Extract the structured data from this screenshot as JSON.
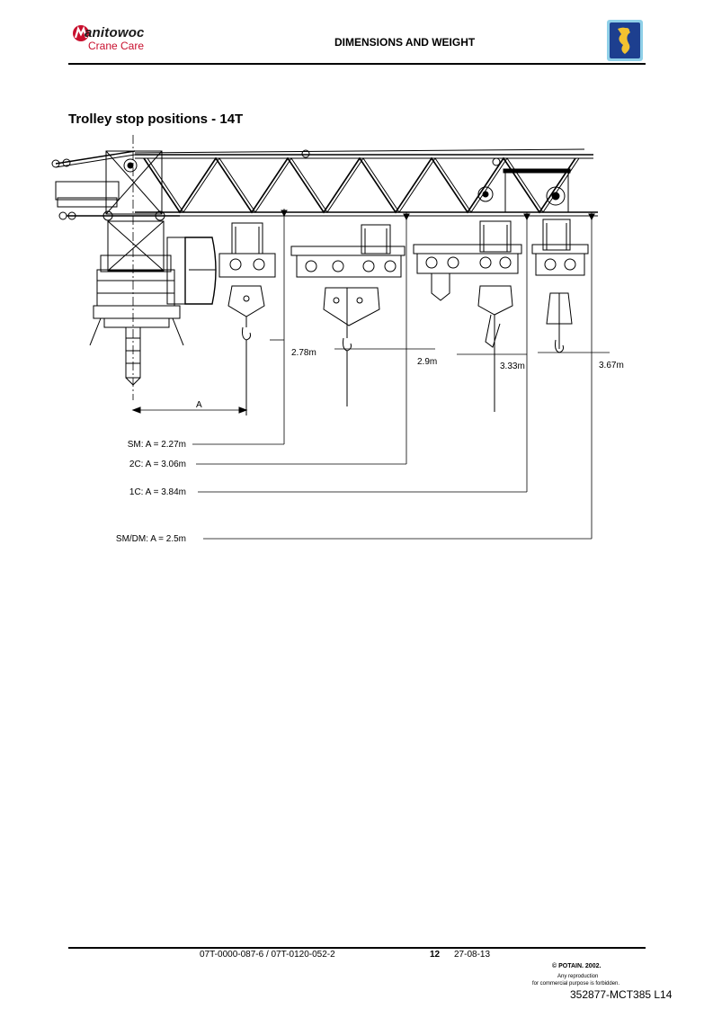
{
  "header": {
    "brand": "anitowoc",
    "brand_sub": "Crane Care",
    "title": "DIMENSIONS AND WEIGHT"
  },
  "section_title": "Trolley stop positions - 14T",
  "diagram": {
    "dimension_label": "A",
    "distances": [
      "2.78m",
      "2.9m",
      "3.33m",
      "3.67m"
    ],
    "positions": [
      {
        "config": "SM",
        "value": "2.27m"
      },
      {
        "config": "2C",
        "value": "3.06m"
      },
      {
        "config": "1C",
        "value": "3.84m"
      },
      {
        "config": "SM/DM",
        "value": "2.5m"
      }
    ]
  },
  "footer": {
    "ref": "07T-0000-087-6  /  07T-0120-052-2",
    "page": "12",
    "date": "27-08-13",
    "copyright": "© POTAIN. 2002.",
    "reproduction_line1": "Any reproduction",
    "reproduction_line2": "for commercial purpose is forbidden.",
    "doc_id": "352877-MCT385 L14"
  },
  "colors": {
    "brand_red": "#c8102e",
    "potain_blue": "#1d3f8f",
    "potain_yellow": "#f2c230"
  }
}
